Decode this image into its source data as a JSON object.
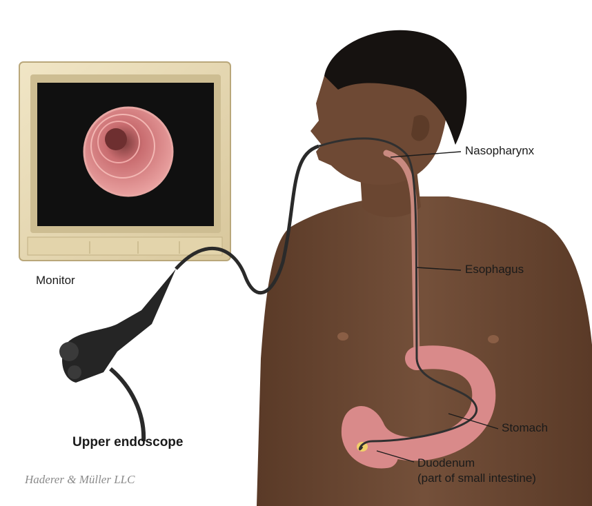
{
  "labels": {
    "nasopharynx": "Nasopharynx",
    "esophagus": "Esophagus",
    "stomach": "Stomach",
    "duodenum": "Duodenum",
    "duodenum_note": "(part of small intestine)",
    "monitor": "Monitor",
    "endoscope": "Upper endoscope"
  },
  "credit": "Haderer & Müller LLC",
  "colors": {
    "skin": "#6b4630",
    "skin_dark": "#4a2e1d",
    "hair": "#161210",
    "monitor_case": "#e9dcb8",
    "screen": "#101010",
    "tissue": "#d98a8a",
    "scope": "#2a2a2a"
  }
}
